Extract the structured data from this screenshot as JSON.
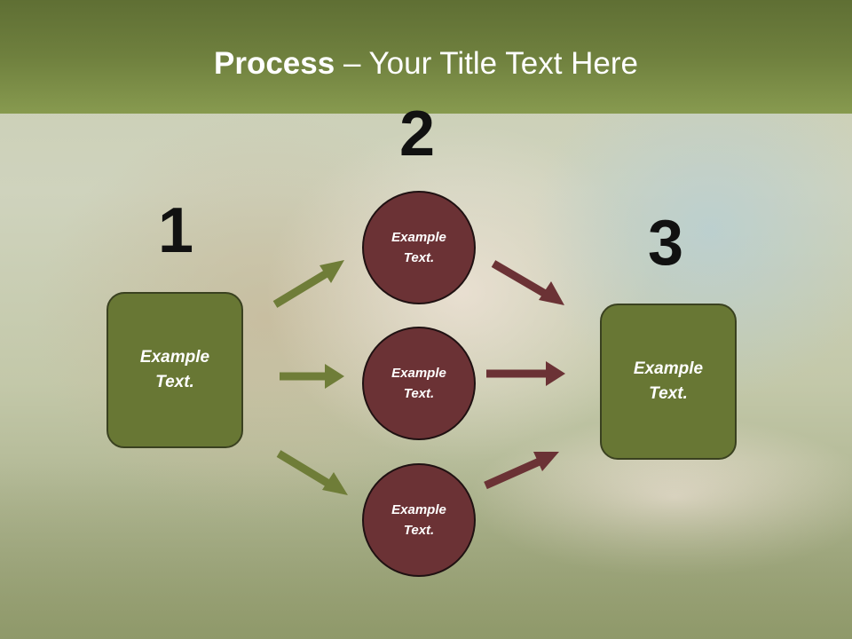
{
  "title": {
    "bold": "Process",
    "rest": " – Your Title Text Here"
  },
  "steps": {
    "n1": "1",
    "n2": "2",
    "n3": "3"
  },
  "left_box": {
    "line1": "Example",
    "line2": "Text."
  },
  "circles": [
    {
      "line1": "Example",
      "line2": "Text."
    },
    {
      "line1": "Example",
      "line2": "Text."
    },
    {
      "line1": "Example",
      "line2": "Text."
    }
  ],
  "right_box": {
    "line1": "Example",
    "line2": "Text."
  },
  "colors": {
    "title_bar": "#6f803e",
    "box_fill": "#687734",
    "circle_fill": "#6b3235",
    "green_arrow": "#6f7d38",
    "red_arrow": "#6b3235"
  }
}
